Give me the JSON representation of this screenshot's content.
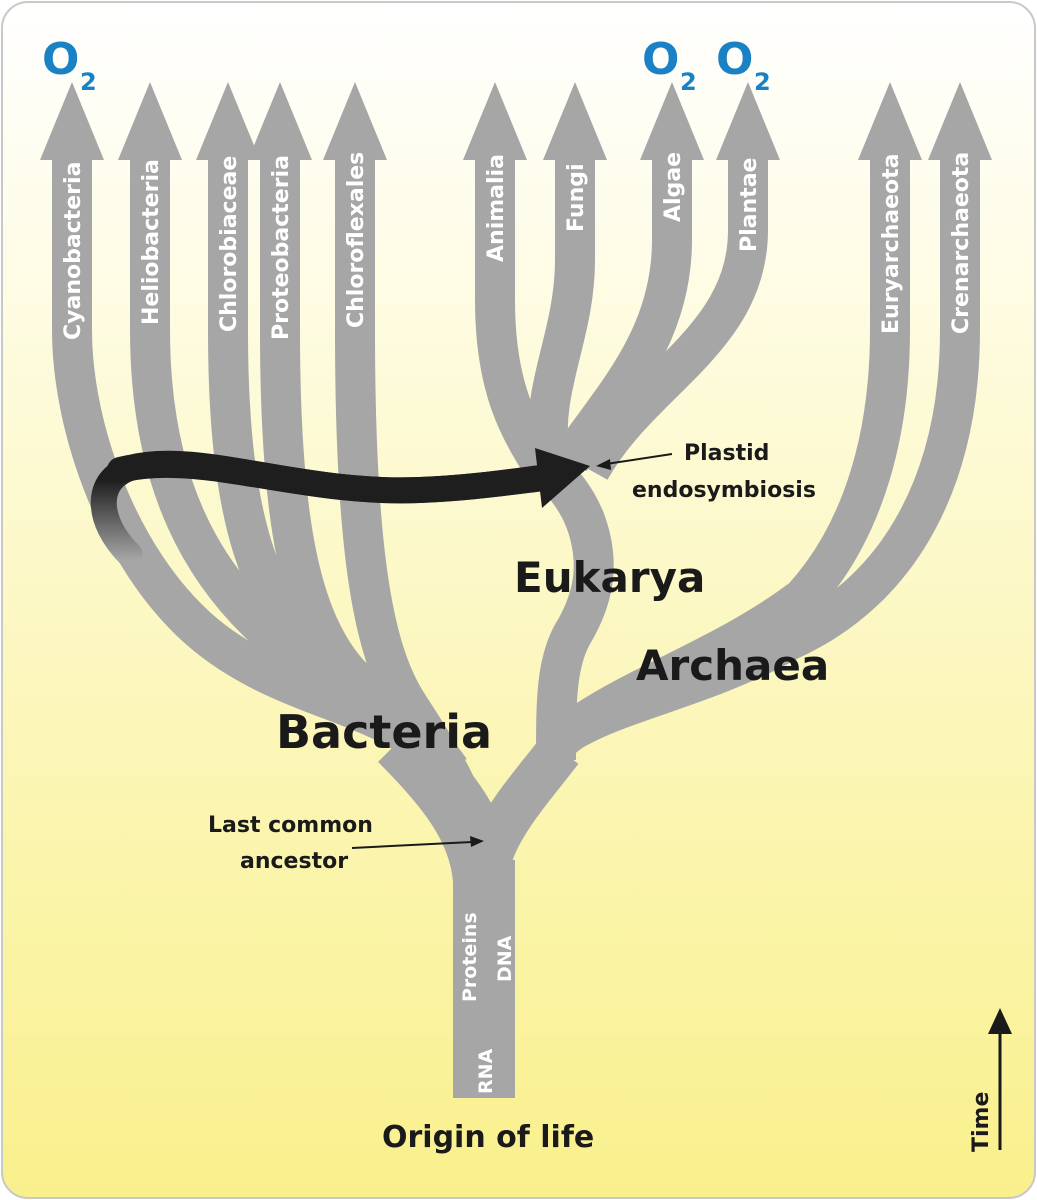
{
  "oxygen": {
    "symbol": "O",
    "subscript": "2"
  },
  "lineages": {
    "cyanobacteria": "Cyanobacteria",
    "heliobacteria": "Heliobacteria",
    "chlorobiaceae": "Chlorobiaceae",
    "proteobacteria": "Proteobacteria",
    "chloroflexales": "Chloroflexales",
    "animalia": "Animalia",
    "fungi": "Fungi",
    "algae": "Algae",
    "plantae": "Plantae",
    "euryarchaeota": "Euryarchaeota",
    "crenarchaeota": "Crenarchaeota"
  },
  "domains": {
    "bacteria": "Bacteria",
    "eukarya": "Eukarya",
    "archaea": "Archaea"
  },
  "trunk": {
    "rna": "RNA",
    "proteins": "Proteins",
    "dna": "DNA"
  },
  "annotations": {
    "plastid_line1": "Plastid",
    "plastid_line2": "endosymbiosis",
    "lca_line1": "Last common",
    "lca_line2": "ancestor",
    "origin": "Origin of life",
    "time": "Time"
  },
  "colors": {
    "branch": "#a6a6a6",
    "oxygen": "#1a82c4",
    "background_top": "#ffffff",
    "background_bottom": "#f9f08c",
    "endosymbiosis_arrow": "#1e1e1e"
  }
}
